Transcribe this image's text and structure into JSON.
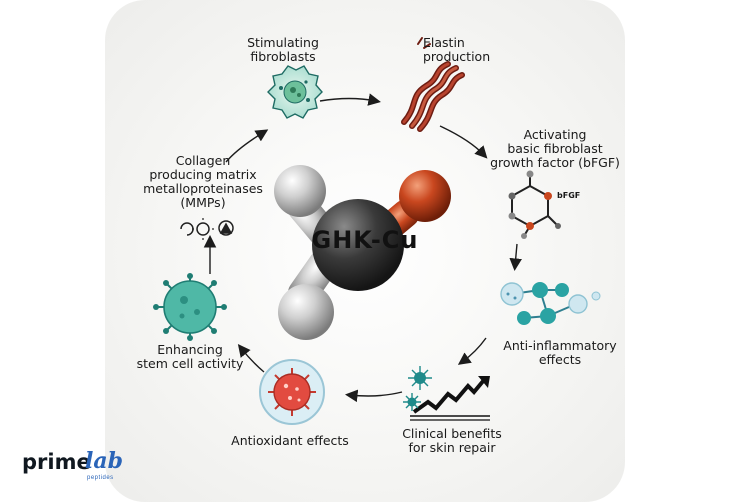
{
  "center": {
    "title": "GHK-Cu"
  },
  "cycle": [
    {
      "id": "stimulating-fibroblasts",
      "lines": [
        "Stimulating",
        "fibroblasts"
      ]
    },
    {
      "id": "elastin-production",
      "lines": [
        "Elastin",
        "production"
      ]
    },
    {
      "id": "bfgf",
      "lines": [
        "Activating",
        "basic fibroblast",
        "growth factor (bFGF)"
      ],
      "icon_text": "bFGF"
    },
    {
      "id": "anti-inflammatory",
      "lines": [
        "Anti-inflammatory",
        "effects"
      ]
    },
    {
      "id": "clinical-benefits",
      "lines": [
        "Clinical benefits",
        "for skin repair"
      ]
    },
    {
      "id": "antioxidant",
      "lines": [
        "Antioxidant effects"
      ]
    },
    {
      "id": "stem-cell",
      "lines": [
        "Enhancing",
        "stem cell activity"
      ]
    },
    {
      "id": "collagen-mmps",
      "lines": [
        "Collagen",
        "producing matrix",
        "metalloproteinases",
        "(MMPs)"
      ]
    }
  ],
  "logo": {
    "prime": "prime",
    "lab": "lab",
    "sub": "peptides"
  },
  "colors": {
    "teal": "#2f9e9b",
    "teal_light": "#9fd8d3",
    "copper": "#c9471f",
    "grey_atom": "#b8b8b8",
    "dark_atom": "#3a3a3a",
    "red_virus": "#e24b40",
    "brand_blue": "#2a64b8"
  }
}
